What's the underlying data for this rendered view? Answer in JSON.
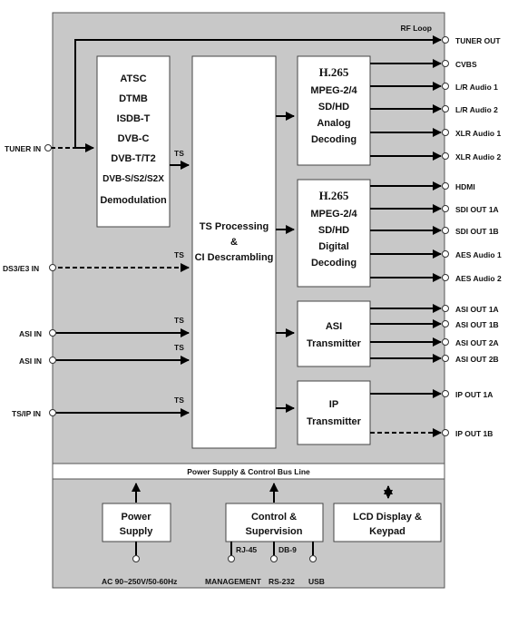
{
  "rf_loop": "RF Loop",
  "inputs": {
    "tuner_in": "TUNER IN",
    "ds3_in": "DS3/E3 IN",
    "asi_in_1": "ASI IN",
    "asi_in_2": "ASI IN",
    "tsip_in": "TS/IP IN"
  },
  "ts_label": "TS",
  "demod": [
    "ATSC",
    "DTMB",
    "ISDB-T",
    "DVB-C",
    "DVB-T/T2",
    "DVB-S/S2/S2X",
    "Demodulation"
  ],
  "ts_processing": [
    "TS Processing",
    "&",
    "CI Descrambling"
  ],
  "analog_decoding": {
    "codec": "H.265",
    "lines": [
      "MPEG-2/4",
      "SD/HD",
      "Analog",
      "Decoding"
    ]
  },
  "digital_decoding": {
    "codec": "H.265",
    "lines": [
      "MPEG-2/4",
      "SD/HD",
      "Digital",
      "Decoding"
    ]
  },
  "asi_transmitter": [
    "ASI",
    "Transmitter"
  ],
  "ip_transmitter": [
    "IP",
    "Transmitter"
  ],
  "outputs": {
    "tuner_out": "TUNER OUT",
    "analog": [
      "CVBS",
      "L/R Audio 1",
      "L/R Audio 2",
      "XLR Audio 1",
      "XLR Audio 2"
    ],
    "digital": [
      "HDMI",
      "SDI OUT 1A",
      "SDI OUT 1B",
      "AES Audio 1",
      "AES Audio 2"
    ],
    "asi": [
      "ASI OUT 1A",
      "ASI OUT 1B",
      "ASI OUT 2A",
      "ASI OUT 2B"
    ],
    "ip": [
      "IP OUT 1A",
      "IP OUT 1B"
    ]
  },
  "bus_line": "Power Supply & Control Bus Line",
  "power_supply": [
    "Power",
    "Supply"
  ],
  "control": [
    "Control &",
    "Supervision"
  ],
  "lcd": [
    "LCD Display &",
    "Keypad"
  ],
  "ports": {
    "rj45": "RJ-45",
    "db9": "DB-9"
  },
  "bottom_labels": {
    "ac": "AC 90~250V/50-60Hz",
    "management": "MANAGEMENT",
    "rs232": "RS-232",
    "usb": "USB"
  }
}
